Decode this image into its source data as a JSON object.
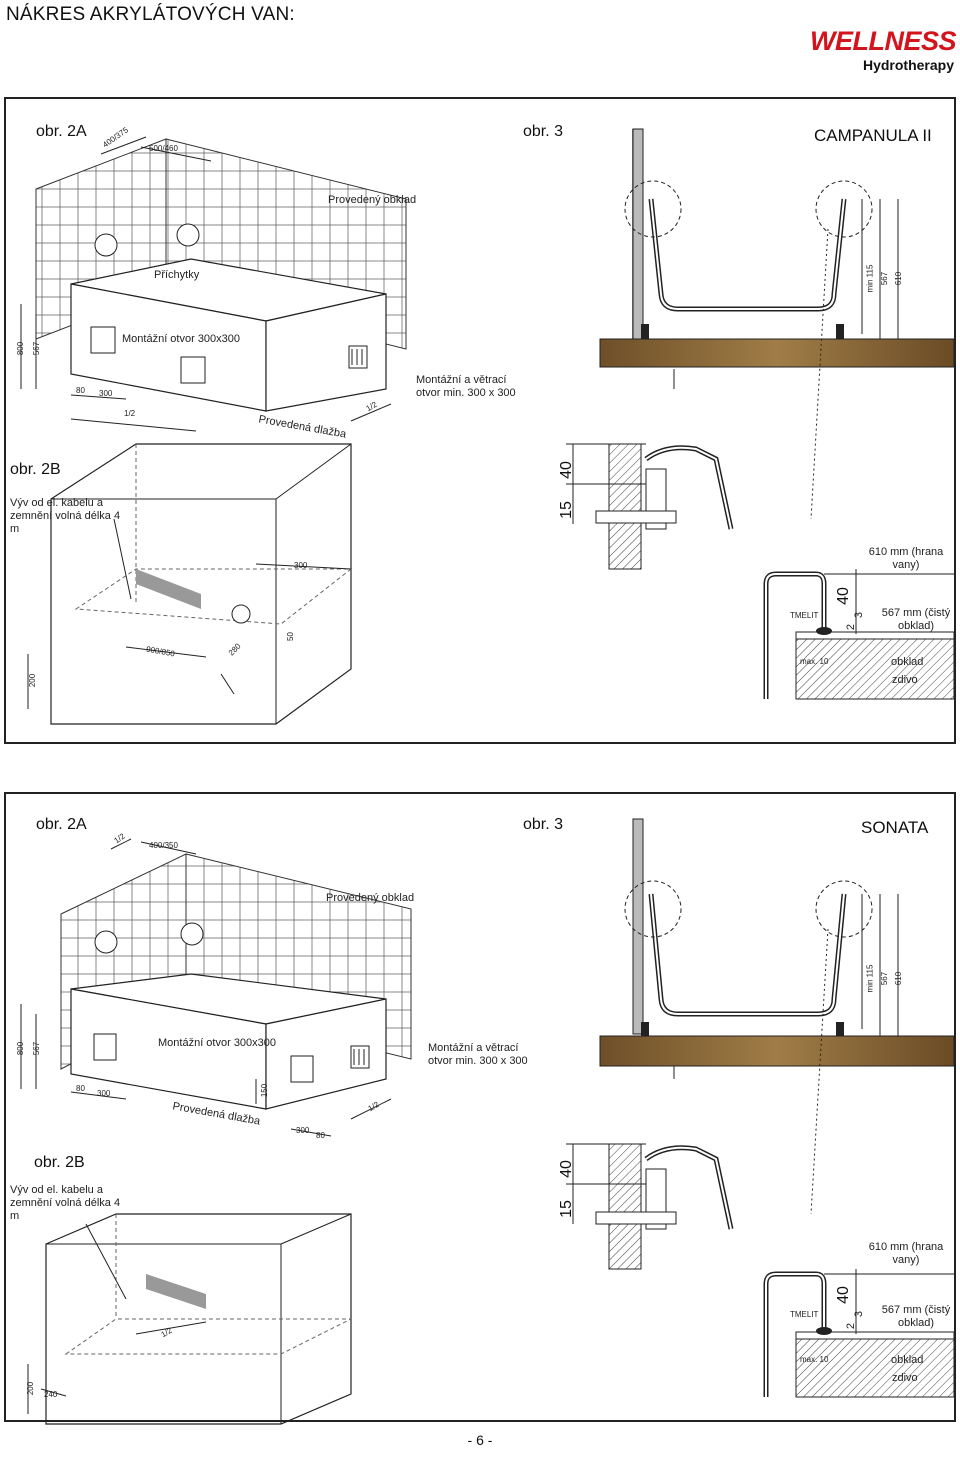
{
  "header": {
    "title": "NÁKRES AKRYLÁTOVÝCH VAN:",
    "brand": "WELLNESS",
    "brand_sub": "Hydrotherapy"
  },
  "colors": {
    "brand": "#d4141c",
    "line": "#222222",
    "floor": "#8a6a3c"
  },
  "sections": [
    {
      "model": "CAMPANULA II",
      "fig_2a": {
        "title": "obr. 2A",
        "dims_top": [
          "400/375",
          "500/460"
        ],
        "tiles": "Provedený obklad",
        "clips": "Příchytky",
        "opening": "Montážní otvor 300x300",
        "vent": "Montážní a větrací otvor min. 300 x 300",
        "floor": "Provedená dlažba",
        "dims_left": [
          "800",
          "567"
        ],
        "dims_bottom": [
          "80",
          "300",
          "1/2",
          "1/2"
        ]
      },
      "fig_2b": {
        "title": "obr. 2B",
        "cable": "Výv od el. kabelu a zemnění volná délka 4 m",
        "dims": [
          "300",
          "900/850",
          "280",
          "50",
          "200"
        ]
      },
      "fig_3": {
        "title": "obr. 3",
        "dims": [
          "min 115",
          "567",
          "610"
        ],
        "detail_dims": [
          "40",
          "15"
        ],
        "rim_label": "610 mm (hrana vany)",
        "tiles_label": "567 mm (čistý obklad)",
        "tmelit": "TMELIT",
        "max": "max. 10",
        "obklad": "obklad",
        "zdivo": "zdivo",
        "gap_dims": [
          "40",
          "2",
          "3"
        ]
      }
    },
    {
      "model": "SONATA",
      "fig_2a": {
        "title": "obr. 2A",
        "dims_top": [
          "1/2",
          "400/350"
        ],
        "tiles": "Provedený obklad",
        "opening": "Montážní otvor 300x300",
        "vent": "Montážní a větrací otvor min. 300 x 300",
        "floor": "Provedená dlažba",
        "dims_left": [
          "800",
          "567"
        ],
        "dims_bottom": [
          "80",
          "300",
          "150",
          "300",
          "80",
          "1/2"
        ]
      },
      "fig_2b": {
        "title": "obr. 2B",
        "cable": "Výv od el. kabelu a zemnění volná délka 4 m",
        "dims": [
          "1/2",
          "200",
          "240"
        ]
      },
      "fig_3": {
        "title": "obr. 3",
        "dims": [
          "min 115",
          "567",
          "610"
        ],
        "detail_dims": [
          "40",
          "15"
        ],
        "rim_label": "610 mm (hrana vany)",
        "tiles_label": "567 mm (čistý obklad)",
        "tmelit": "TMELIT",
        "max": "max. 10",
        "obklad": "obklad",
        "zdivo": "zdivo",
        "gap_dims": [
          "40",
          "2",
          "3"
        ]
      }
    }
  ],
  "footer": {
    "page": "- 6 -"
  }
}
